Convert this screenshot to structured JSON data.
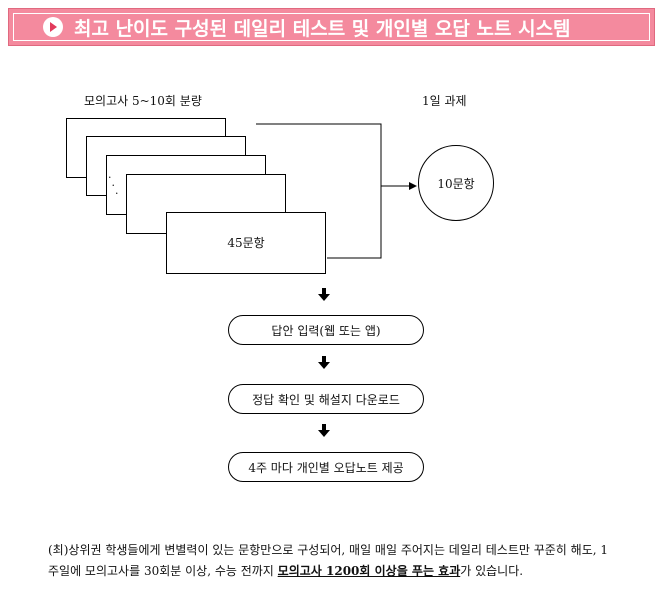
{
  "banner": {
    "icon": "arrow-right-circle-icon",
    "title": "최고 난이도 구성된 데일리 테스트 및 개인별 오답 노트 시스템",
    "color": "#f48a9e"
  },
  "diagram": {
    "mock_exam_label": "모의고사 5~10회 분량",
    "daily_label": "1일 과제",
    "stack_sheet_count": 5,
    "front_sheet_text": "45문항",
    "daily_circle_text": "10문항",
    "steps": [
      "답안 입력(웹 또는 앱)",
      "정답 확인 및 해설지 다운로드",
      "4주 마다 개인별 오답노트 제공"
    ]
  },
  "caption": {
    "part1": "(최)상위권 학생들에게 변별력이 있는 문항만으로 구성되어, 매일 매일 주어지는 데일리 테스트만 꾸준히 해도, 1주일에 모의고사를 30회분 이상, 수능 전까지 ",
    "highlight": "모의고사 1200회 이상을 푸는 효과",
    "part2": "가 있습니다."
  }
}
